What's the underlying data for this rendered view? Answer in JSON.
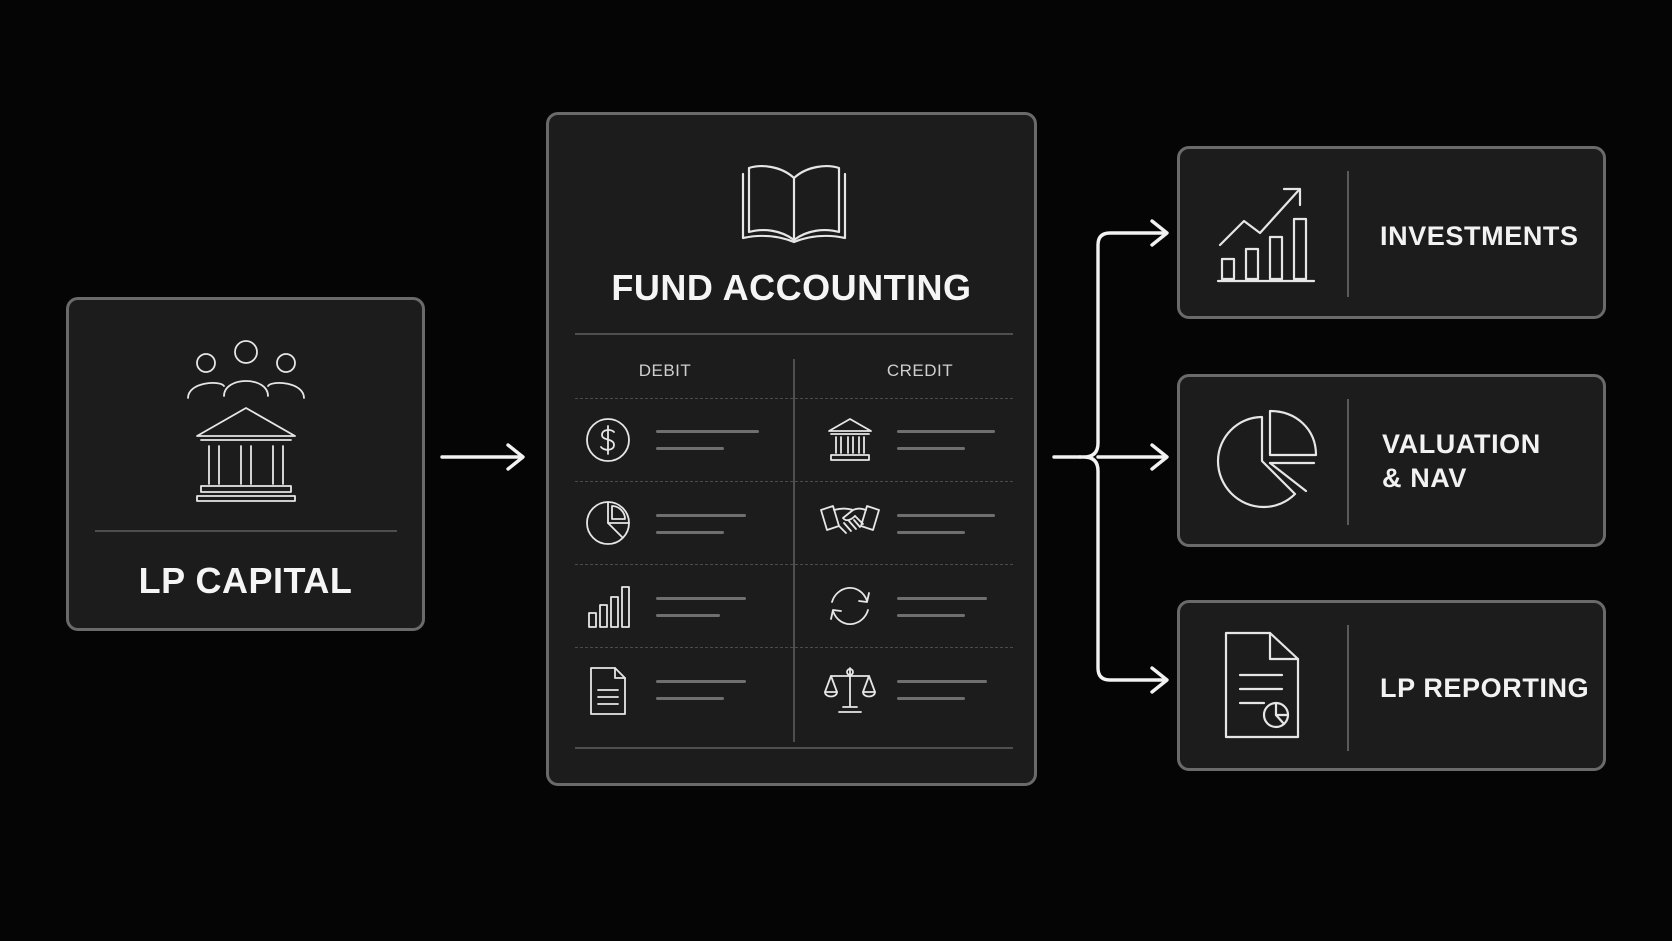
{
  "nodes": {
    "lp_capital": {
      "label": "LP CAPITAL",
      "icons": [
        "people-group-icon",
        "bank-building-icon"
      ]
    },
    "fund_accounting": {
      "title": "FUND ACCOUNTING",
      "icon": "open-book-icon",
      "columns": [
        "DEBIT",
        "CREDIT"
      ],
      "debit_icons": [
        "dollar-circle-icon",
        "pie-chart-icon",
        "bar-chart-icon",
        "document-icon"
      ],
      "credit_icons": [
        "bank-icon",
        "handshake-icon",
        "refresh-cycle-icon",
        "balance-scale-icon"
      ]
    },
    "investments": {
      "label": "INVESTMENTS",
      "icon": "growth-chart-icon"
    },
    "valuation": {
      "label_line1": "VALUATION",
      "label_line2": "& NAV",
      "icon": "pie-chart-icon"
    },
    "lp_reporting": {
      "label": "LP REPORTING",
      "icon": "report-document-icon"
    }
  },
  "edges": [
    {
      "from": "LP CAPITAL",
      "to": "FUND ACCOUNTING"
    },
    {
      "from": "FUND ACCOUNTING",
      "to": "INVESTMENTS"
    },
    {
      "from": "FUND ACCOUNTING",
      "to": "VALUATION & NAV"
    },
    {
      "from": "FUND ACCOUNTING",
      "to": "LP REPORTING"
    }
  ],
  "colors": {
    "background": "#050505",
    "card": "#1c1c1c",
    "border": "#6a6a6a",
    "stroke": "#f2f2f2"
  }
}
